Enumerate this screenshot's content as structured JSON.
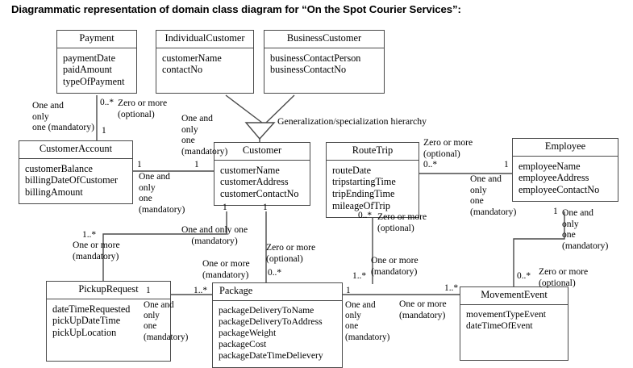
{
  "title": "Diagrammatic representation of domain class diagram for “On the Spot Courier Services”:",
  "generalization_label": "Generalization/specialization hierarchy",
  "classes": [
    {
      "id": "payment",
      "name": "Payment",
      "attributes": [
        "paymentDate",
        "paidAmount",
        "typeOfPayment"
      ]
    },
    {
      "id": "individual-customer",
      "name": "IndividualCustomer",
      "attributes": [
        "customerName",
        "contactNo"
      ]
    },
    {
      "id": "business-customer",
      "name": "BusinessCustomer",
      "attributes": [
        "businessContactPerson",
        "businessContactNo"
      ]
    },
    {
      "id": "customer-account",
      "name": "CustomerAccount",
      "attributes": [
        "customerBalance",
        "billingDateOfCustomer",
        "billingAmount"
      ]
    },
    {
      "id": "customer",
      "name": "Customer",
      "attributes": [
        "customerName",
        "customerAddress",
        "customerContactNo"
      ]
    },
    {
      "id": "route-trip",
      "name": "RouteTrip",
      "attributes": [
        "routeDate",
        "tripstartingTime",
        "tripEndingTime",
        "mileageOfTrip"
      ]
    },
    {
      "id": "employee",
      "name": "Employee",
      "attributes": [
        "employeeName",
        "employeeAddress",
        "employeeContactNo"
      ]
    },
    {
      "id": "pickup-request",
      "name": "PickupRequest",
      "attributes": [
        "dateTimeRequested",
        "pickUpDateTime",
        "pickUpLocation"
      ]
    },
    {
      "id": "package",
      "name": "Package",
      "attributes": [
        "packageDeliveryToName",
        "packageDeliveryToAddress",
        "packageWeight",
        "packageCost",
        "packageDateTimeDelievery"
      ]
    },
    {
      "id": "movement-event",
      "name": "MovementEvent",
      "attributes": [
        "movementTypeEvent",
        "dateTimeOfEvent"
      ]
    }
  ],
  "annotations": {
    "acct_payment_one": "One and\nonly\none (mandatory)",
    "payment_zero_more": "Zero or more\n(optional)",
    "cust_acct_one": "One and\nonly\none\n(mandatory)",
    "acct_cust_one": "One and\nonly\none\n(mandatory)",
    "routetrip_zero_more": "Zero or more\n(optional)",
    "employee_one": "One and\nonly\none\n(mandatory)",
    "cust_package_one": "One and only one\n(mandatory)",
    "cust_pickup_one_more": "One or more\n(mandatory)",
    "pickup_one_more_left": "One or more\n(mandatory)",
    "pickup_package_one": "One and\nonly\none\n(mandatory)",
    "routetrip_movement_zero": "Zero or more\n(optional)",
    "package_movement_zero": "Zero or more\n(optional)",
    "package_movement_one_more": "One or more\n(mandatory)",
    "package_one_mandatory": "One and\nonly\none\n(mandatory)",
    "employee_movement_zero": "Zero or more\n(optional)",
    "routetrip_package_one_more": "One or more\n(mandatory)",
    "employee_bottom_one": "One and\nonly\none\n(mandatory)"
  },
  "multiplicities": {
    "payment_0star": "0..*",
    "acct_1_a": "1",
    "acct_1_b": "1",
    "cust_1_left": "1",
    "cust_1_bottom_a": "1",
    "cust_1_bottom_b": "1",
    "routetrip_0star_right": "0..*",
    "employee_1": "1",
    "routetrip_0star_bottom": "0..*",
    "pickup_1star": "1..*",
    "pickup_1": "1",
    "package_1star_left": "1..*",
    "package_1_right": "1",
    "package_0star": "0..*",
    "routetrip_1star": "1..*",
    "movement_1star": "1..*",
    "movement_0star": "0..*",
    "employee_bottom_1": "1"
  },
  "colors": {
    "border": "#4a4a4a",
    "background": "#ffffff",
    "text": "#000000"
  }
}
